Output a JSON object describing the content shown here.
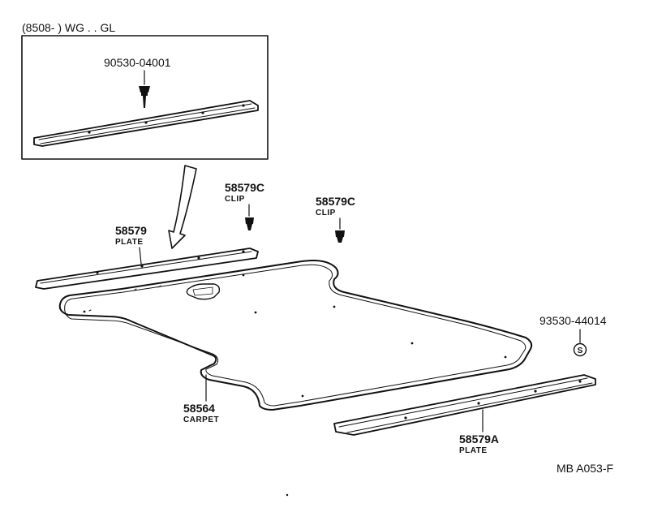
{
  "header": {
    "model_range": "(8508-          ) WG . . GL"
  },
  "parts": {
    "bolt": {
      "number": "90530-04001"
    },
    "clip_left": {
      "number": "58579C",
      "name": "CLIP"
    },
    "clip_right": {
      "number": "58579C",
      "name": "CLIP"
    },
    "plate": {
      "number": "58579",
      "name": "PLATE"
    },
    "screw": {
      "number": "93530-44014",
      "symbol": "S"
    },
    "carpet": {
      "number": "58564",
      "name": "CARPET"
    },
    "plate_a": {
      "number": "58579A",
      "name": "PLATE"
    }
  },
  "footer": {
    "diagram_code": "MB A053-F"
  }
}
